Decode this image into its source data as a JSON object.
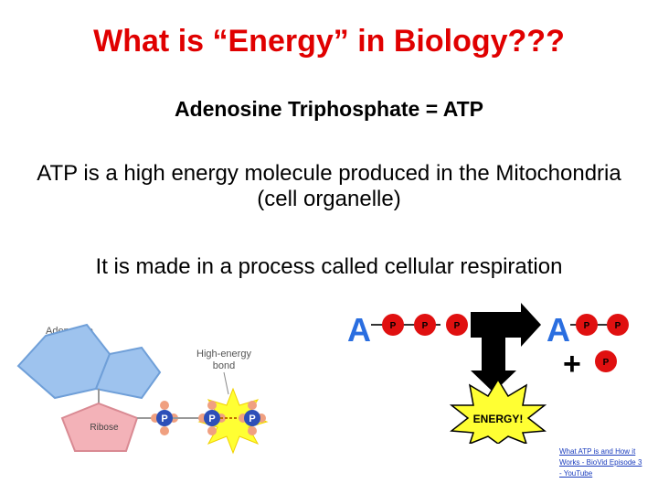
{
  "slide": {
    "title": "What is “Energy” in Biology???",
    "subtitle": "Adenosine Triphosphate  = ATP",
    "paragraph1": "ATP is a high energy molecule produced in the Mitochondria (cell organelle)",
    "paragraph2": "It is made in a process called cellular respiration",
    "link_text": "What ATP is and How it Works - BioVid Episode 3 - YouTube"
  },
  "left_figure": {
    "adenosine_label": "Adenosine",
    "high_energy_label": [
      "High-energy",
      "bond"
    ],
    "ribose_label": "Ribose",
    "phosphate_letter": "P"
  },
  "right_figure": {
    "a_letter": "A",
    "phosphate_letter": "P",
    "plus_sign": "+",
    "energy_label": "ENERGY!"
  },
  "colors": {
    "title": "#e00000",
    "phosphate_red": "#e01010",
    "adenine_blue": "#2a6ee0",
    "ring_blue": "#9ec3ee",
    "ribose_pink": "#f3b2b8",
    "phosphate_blue": "#2d4fb8",
    "star_yellow": "#ffff33",
    "link": "#1a3cbd"
  }
}
